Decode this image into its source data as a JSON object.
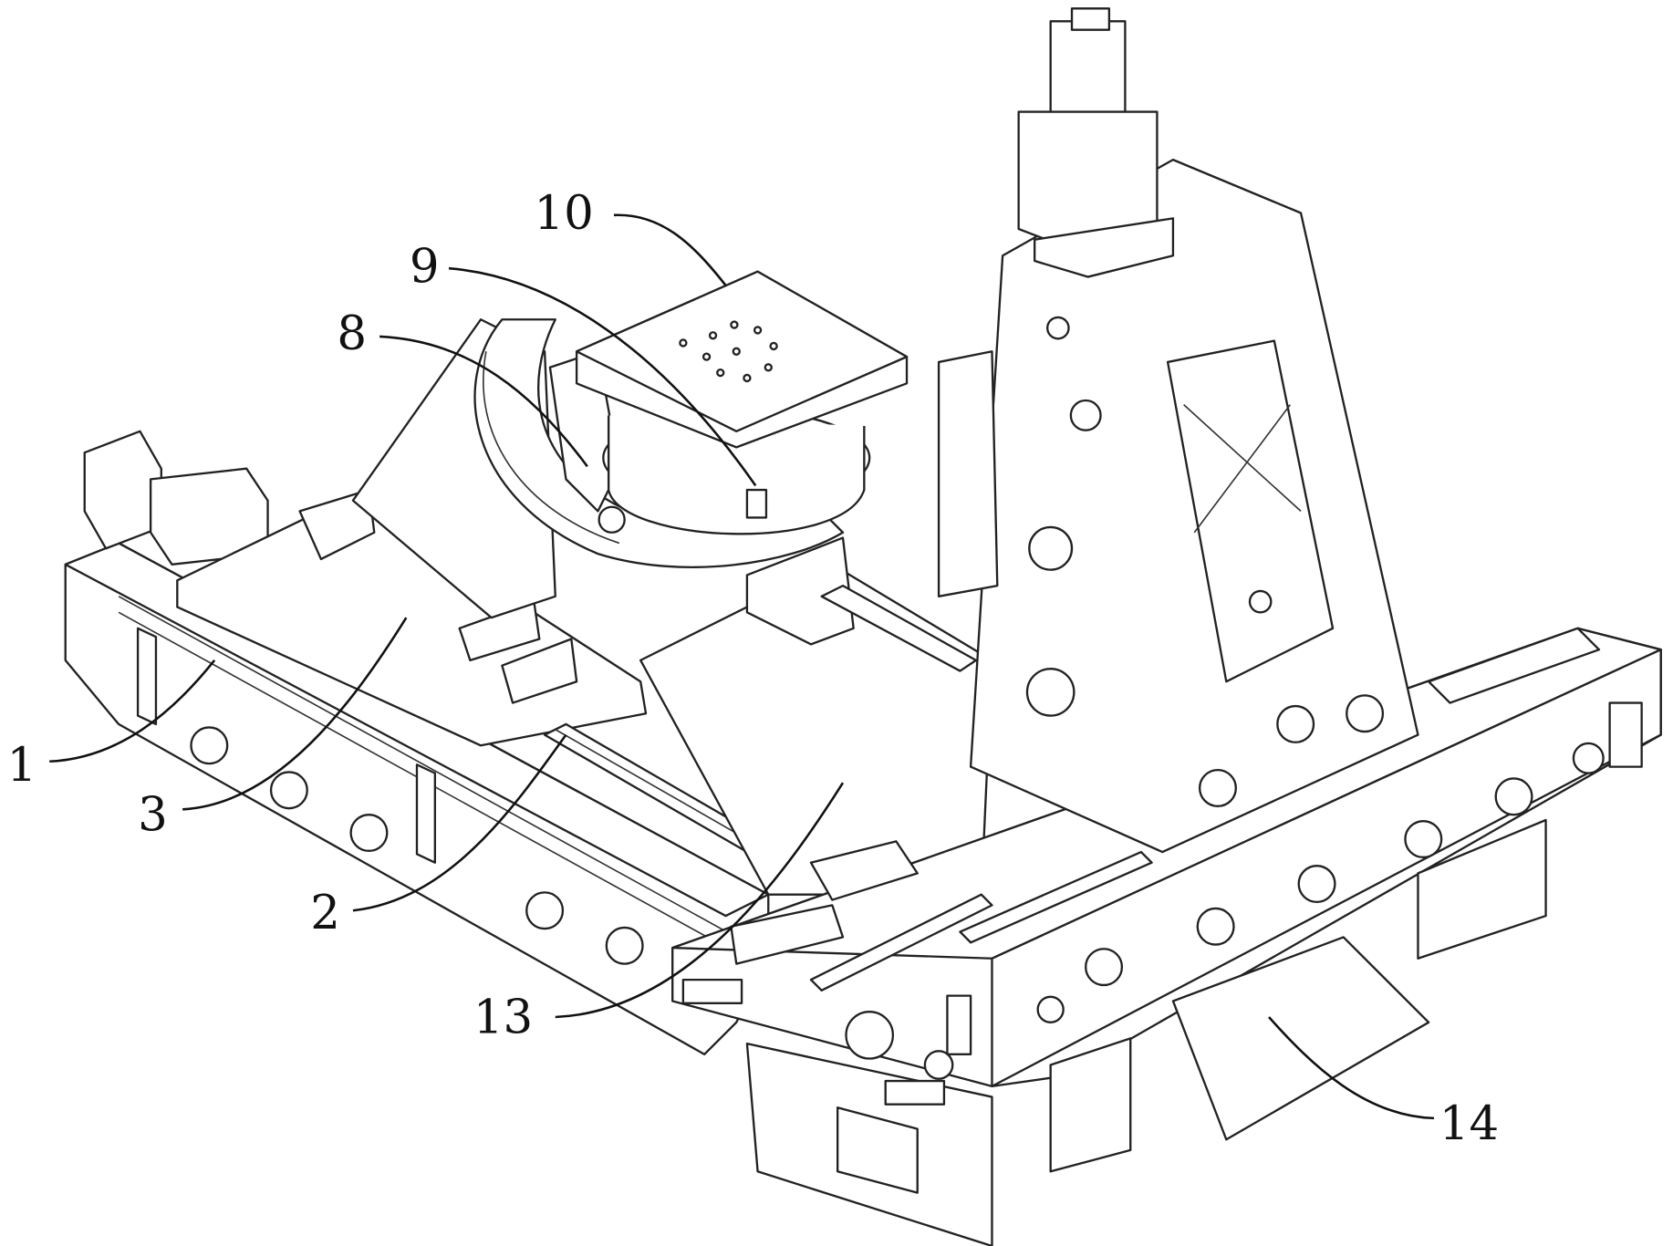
{
  "figure": {
    "labels": {
      "l1": "1",
      "l2": "2",
      "l3": "3",
      "l8": "8",
      "l9": "9",
      "l10": "10",
      "l13": "13",
      "l14": "14"
    },
    "line_color": "#222222",
    "background": "#ffffff"
  }
}
